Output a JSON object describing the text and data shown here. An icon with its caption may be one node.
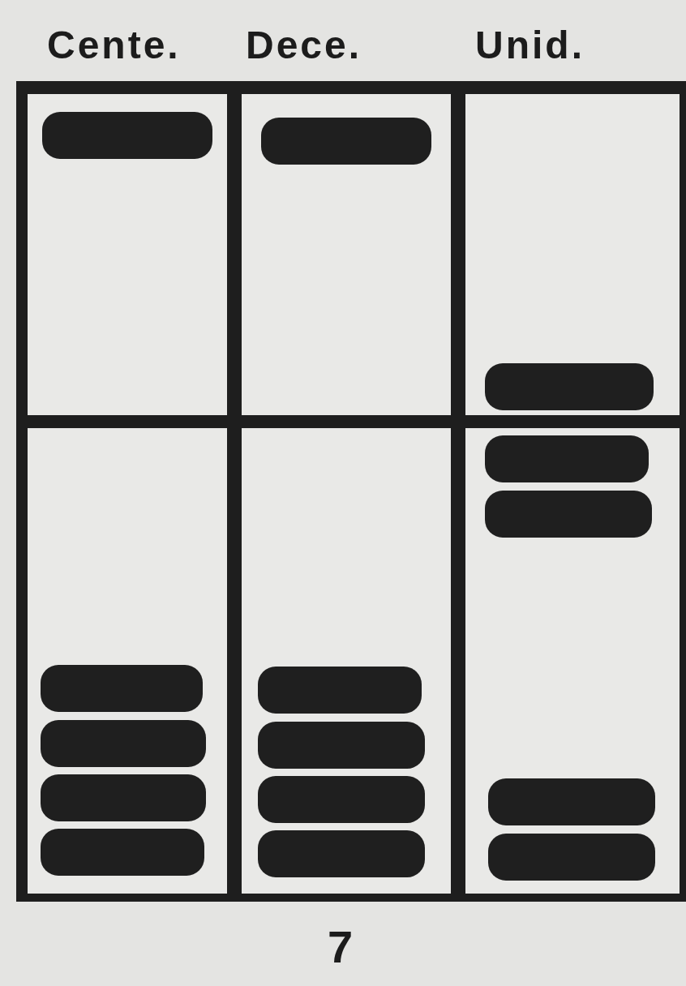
{
  "diagram": {
    "labels": [
      "Cente.",
      "Dece.",
      "Unid.",
      "7"
    ]
  }
}
